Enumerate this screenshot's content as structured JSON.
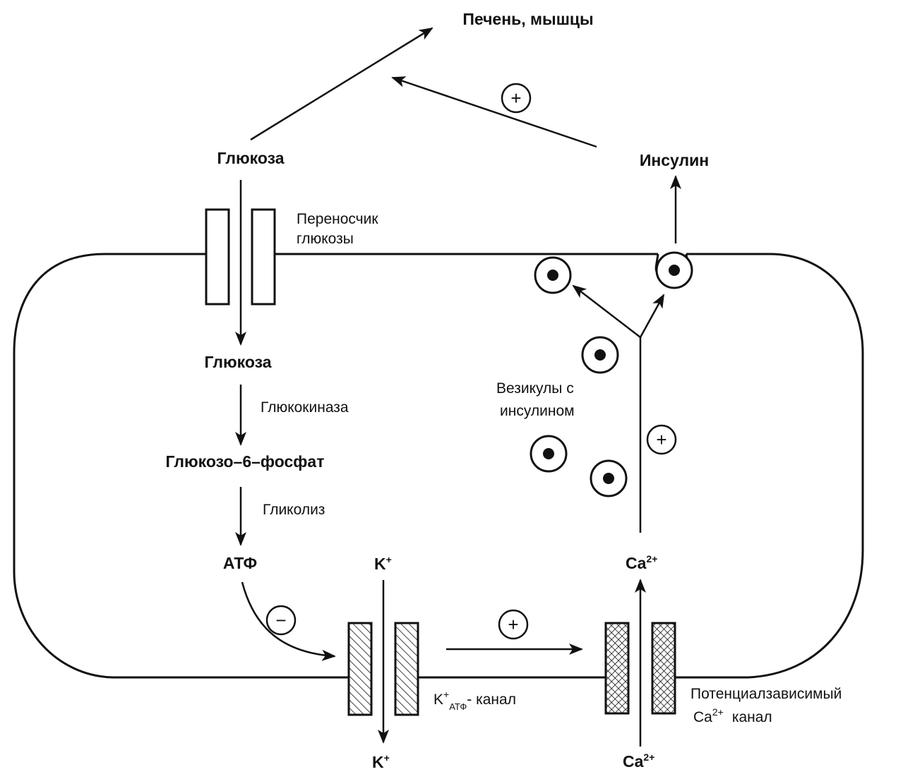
{
  "labels": {
    "liver_muscles": "Печень, мышцы",
    "glucose_outside": "Глюкоза",
    "insulin": "Инсулин",
    "glucose_transporter_line1": "Переносчик",
    "glucose_transporter_line2": "глюкозы",
    "glucose_inside": "Глюкоза",
    "glucokinase": "Глюкокиназа",
    "glucose6p": "Глюкозо–6–фосфат",
    "glycolysis": "Гликолиз",
    "atp": "АТФ",
    "vesicles_line1": "Везикулы с",
    "vesicles_line2": "инсулином",
    "k_top": "K",
    "k_top_sup": "+",
    "k_bottom": "K",
    "k_bottom_sup": "+",
    "k_atp_channel_k": "K",
    "k_atp_channel_sup": "+",
    "k_atp_channel_sub": "АТФ",
    "k_atp_channel_text": "- канал",
    "ca_top": "Ca",
    "ca_top_sup": "2+",
    "ca_bottom": "Ca",
    "ca_bottom_sup": "2+",
    "ca_channel_line1": "Потенциалзависимый",
    "ca_channel_ca": "Ca",
    "ca_channel_sup": "2+",
    "ca_channel_text": "канал"
  },
  "signs": {
    "plus": "+",
    "minus": "−"
  },
  "colors": {
    "ink": "#111111",
    "background": "#ffffff"
  }
}
